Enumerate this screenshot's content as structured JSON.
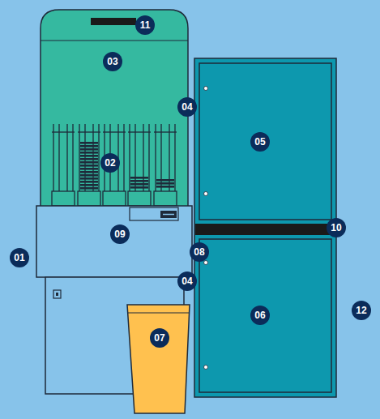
{
  "diagram": {
    "labels": [
      "11",
      "03",
      "04",
      "05",
      "02",
      "10",
      "09",
      "08",
      "01",
      "04",
      "06",
      "12",
      "07"
    ]
  }
}
